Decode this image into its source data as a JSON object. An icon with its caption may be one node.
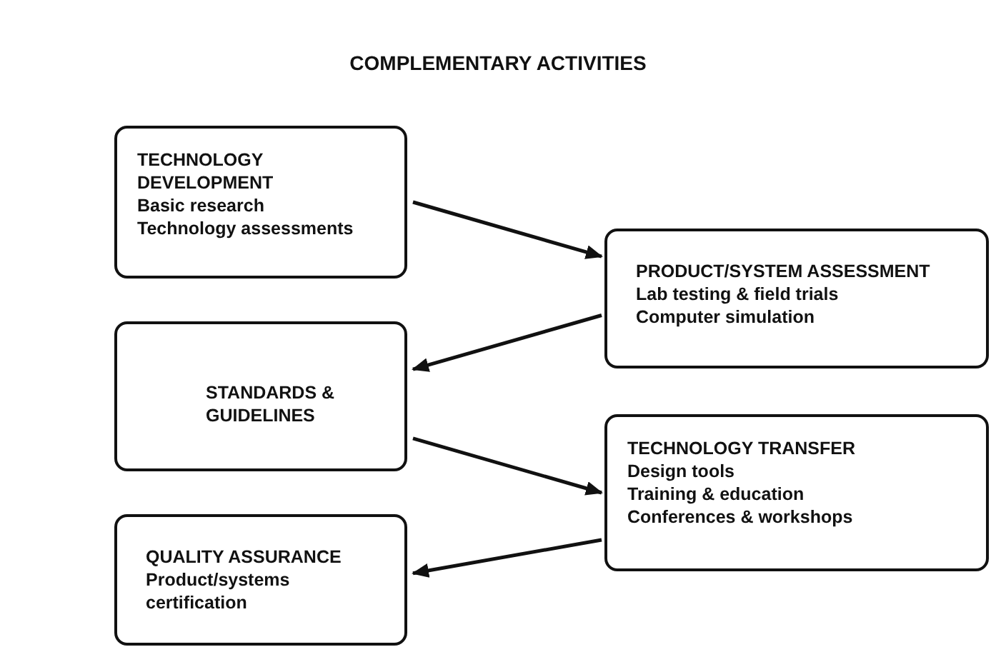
{
  "diagram": {
    "title": "COMPLEMENTARY ACTIVITIES",
    "nodes": [
      {
        "text": [
          "TECHNOLOGY DEVELOPMENT",
          "Basic research",
          "Technology assessments"
        ]
      },
      {
        "text": [
          "PRODUCT/SYSTEM ASSESSMENT",
          "Lab testing & field trials",
          "Computer simulation"
        ]
      },
      {
        "text": [
          "STANDARDS & GUIDELINES"
        ]
      },
      {
        "text": [
          "TECHNOLOGY TRANSFER",
          "Design tools",
          "Training & education",
          "Conferences & workshops"
        ]
      },
      {
        "text": [
          "QUALITY ASSURANCE",
          "Product/systems certification"
        ]
      }
    ],
    "edges": [
      {
        "from": 0,
        "to": 1,
        "arrow": "to"
      },
      {
        "from": 1,
        "to": 2,
        "arrow": "to"
      },
      {
        "from": 2,
        "to": 3,
        "arrow": "to"
      },
      {
        "from": 3,
        "to": 4,
        "arrow": "to"
      }
    ]
  }
}
